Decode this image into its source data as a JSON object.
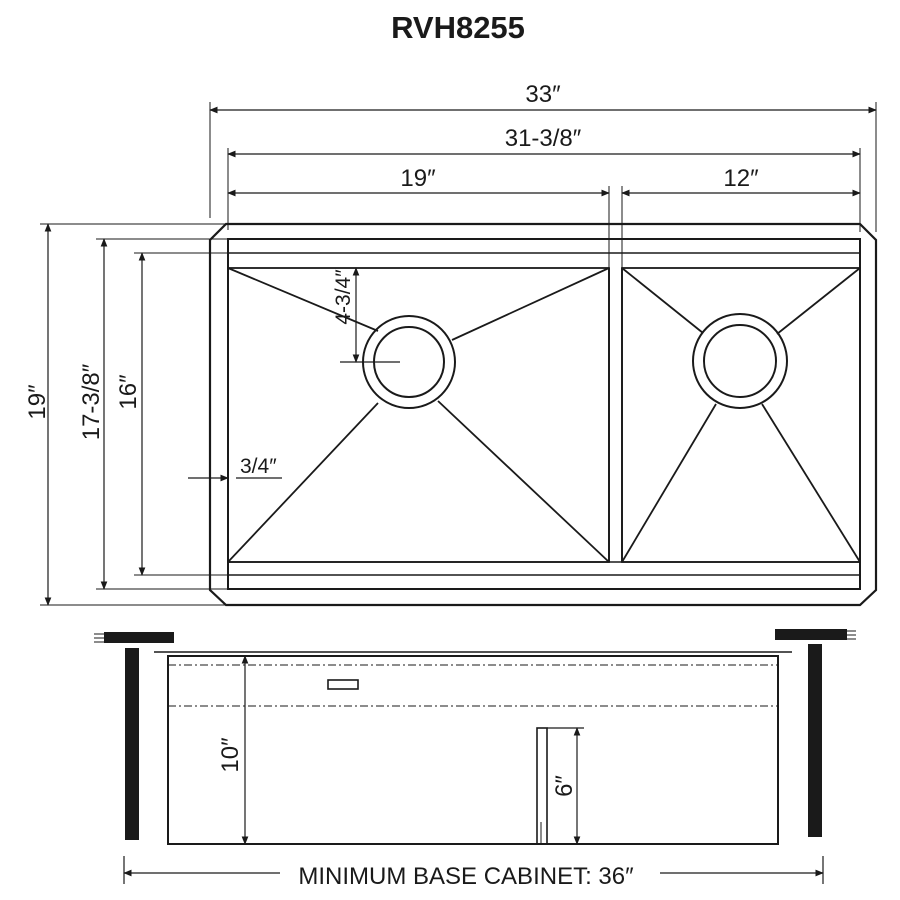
{
  "title": "RVH8255",
  "top_view": {
    "overall_width": "33″",
    "inner_width": "31-3/8″",
    "left_bowl_width": "19″",
    "right_bowl_width": "12″",
    "overall_depth": "19″",
    "inner_depth": "17-3/8″",
    "bowl_depth": "16″",
    "drain_offset": "4-3/4″",
    "ledge_width": "3/4″"
  },
  "side_view": {
    "bowl_height": "10″",
    "divider_height": "6″",
    "cabinet_label": "MINIMUM BASE CABINET: 36″"
  }
}
